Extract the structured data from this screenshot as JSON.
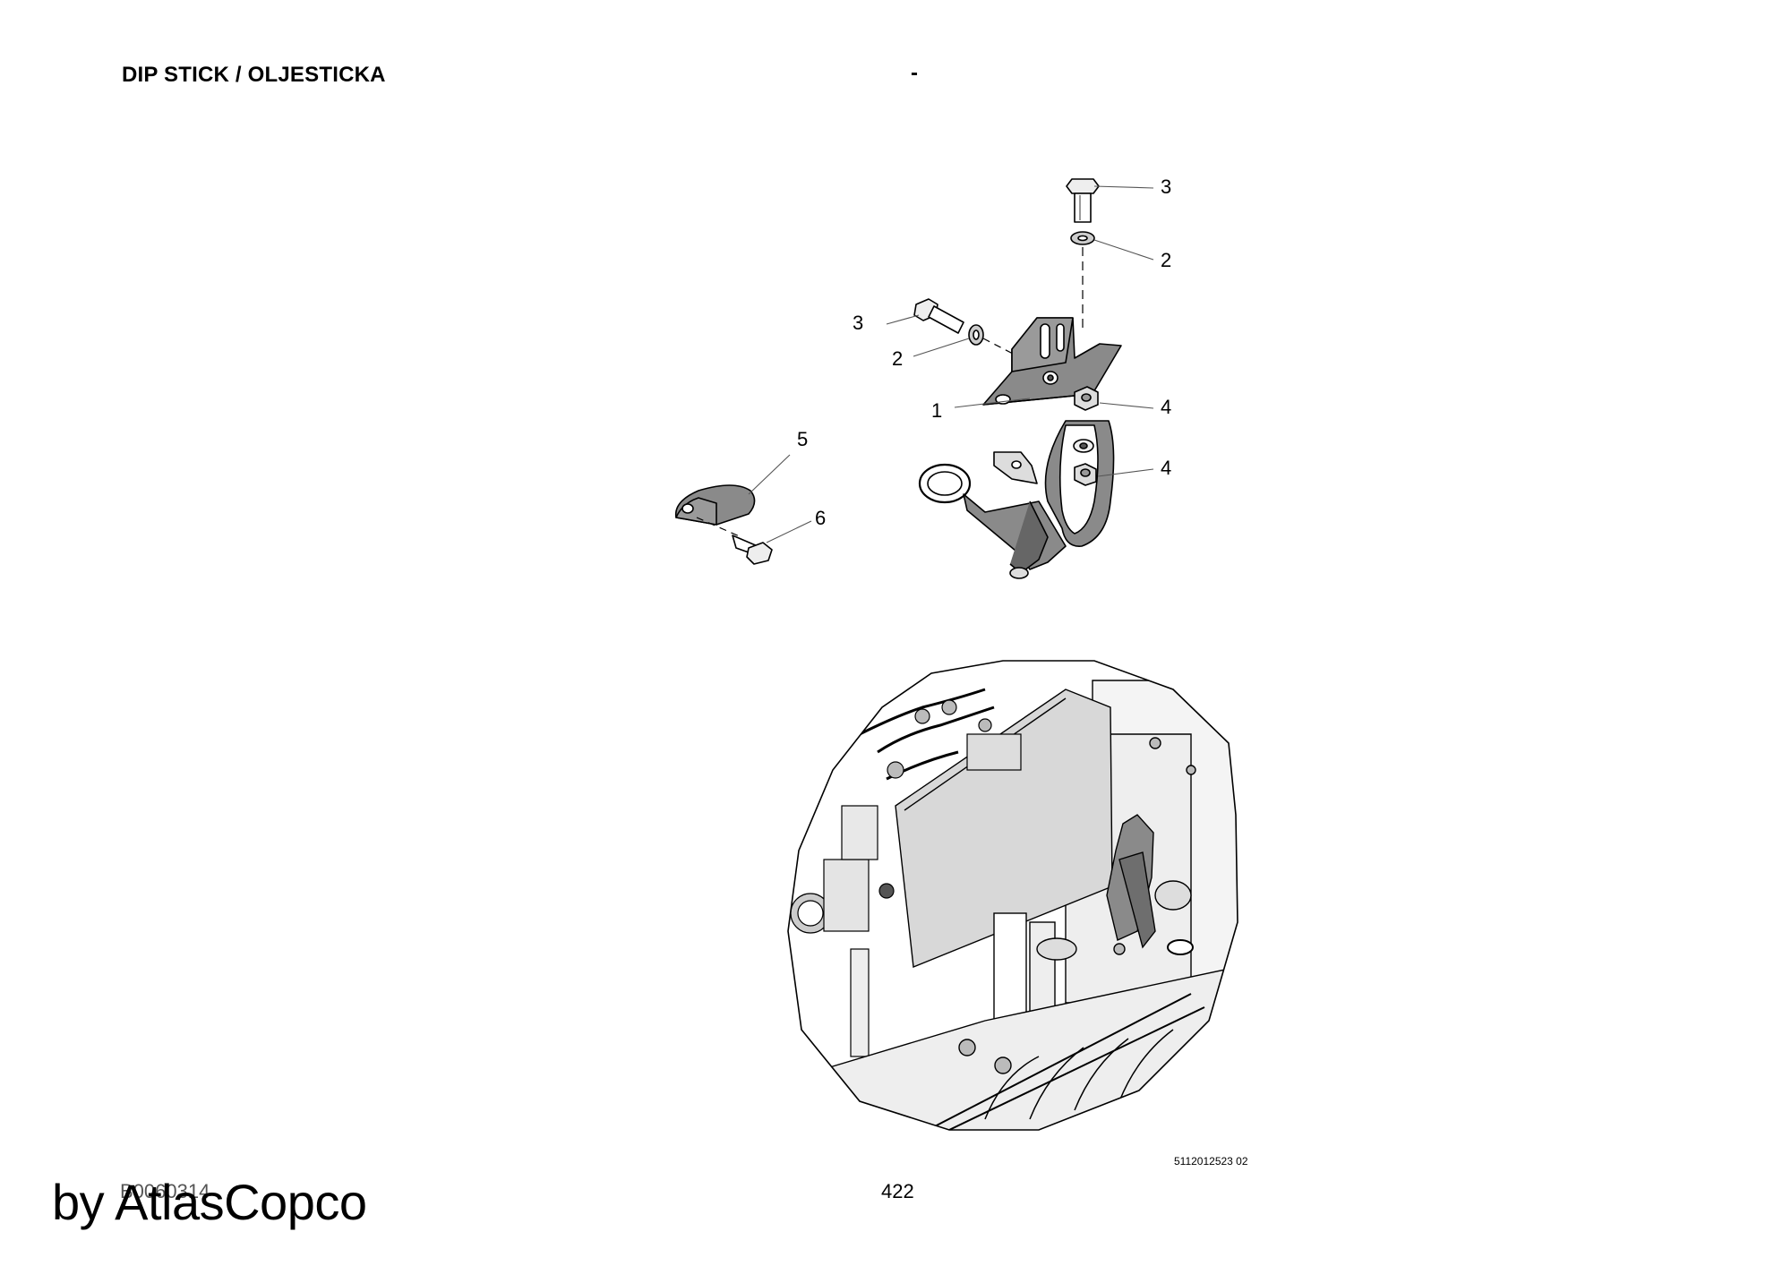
{
  "header": {
    "title": "DIP STICK / OLJESTICKA",
    "dash": "-"
  },
  "exploded_view": {
    "callouts": [
      {
        "id": "c3a",
        "label": "3"
      },
      {
        "id": "c2a",
        "label": "2"
      },
      {
        "id": "c3b",
        "label": "3"
      },
      {
        "id": "c2b",
        "label": "2"
      },
      {
        "id": "c1",
        "label": "1"
      },
      {
        "id": "c4a",
        "label": "4"
      },
      {
        "id": "c4b",
        "label": "4"
      },
      {
        "id": "c5",
        "label": "5"
      },
      {
        "id": "c6",
        "label": "6"
      }
    ]
  },
  "footer": {
    "drawing_number": "5112012523 02",
    "page_number": "422",
    "doc_number": "B0060314",
    "watermark": "by AtlasCopco"
  }
}
